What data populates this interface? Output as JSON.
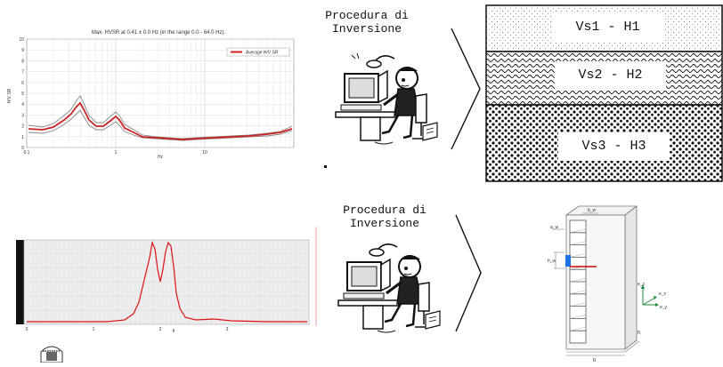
{
  "top_chart": {
    "title": "Max. HVSR at 0.41 ± 0.0 Hz  (in the range 0.0 - 64.0 Hz).",
    "legend": "Average H/V SR",
    "ylabel": "H/V SR",
    "xlabel": "Hz",
    "y_ticks": [
      "0",
      "1",
      "2",
      "3",
      "4",
      "5",
      "6",
      "7",
      "8",
      "9",
      "10"
    ],
    "x_ticks": [
      "0.1",
      "1",
      "10"
    ],
    "line_color": "#cc2222"
  },
  "bottom_chart": {
    "line_color": "#dd1111",
    "x_ticks": [
      "0",
      "1",
      "2",
      "3"
    ],
    "xlabel": "fr"
  },
  "procedure": {
    "label_top": "Procedura di\nInversione",
    "label_bottom": "Procedura di\nInversione"
  },
  "layers": [
    {
      "label": "Vs1 - H1"
    },
    {
      "label": "Vs2 - H2"
    },
    {
      "label": "Vs3 - H3"
    }
  ],
  "building": {
    "dimension_labels": [
      "a_w",
      "h_w",
      "b_w",
      "h",
      "b"
    ],
    "axis_labels": [
      "e_z",
      "e_x",
      "e_y"
    ],
    "highlight_color": "#1a73e8",
    "floor_line_color": "#cc0000"
  }
}
